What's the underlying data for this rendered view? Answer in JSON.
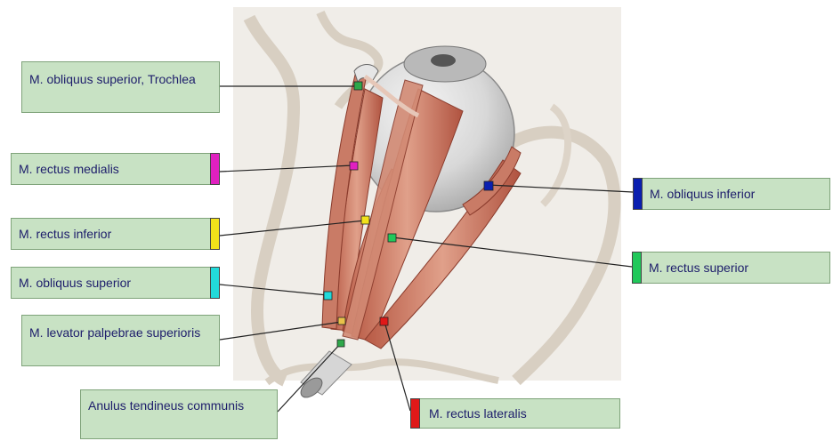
{
  "labels": {
    "obliquus_superior_trochlea": "M. obliquus superior, Trochlea",
    "rectus_medialis": "M. rectus medialis",
    "rectus_inferior": "M. rectus inferior",
    "obliquus_superior": "M. obliquus superior",
    "levator_palpebrae": "M. levator palpebrae superioris",
    "anulus": "Anulus tendineus communis",
    "obliquus_inferior": "M. obliquus inferior",
    "rectus_superior": "M. rectus superior",
    "rectus_lateralis": "M. rectus lateralis"
  },
  "colors": {
    "label_bg": "#c8e2c4",
    "rectus_medialis": "#e020c0",
    "rectus_inferior": "#f2e21a",
    "obliquus_superior": "#22dada",
    "obliquus_inferior": "#0a1fb0",
    "rectus_superior": "#20c85a",
    "rectus_lateralis": "#e01818",
    "trochlea": "#2ea84a"
  }
}
